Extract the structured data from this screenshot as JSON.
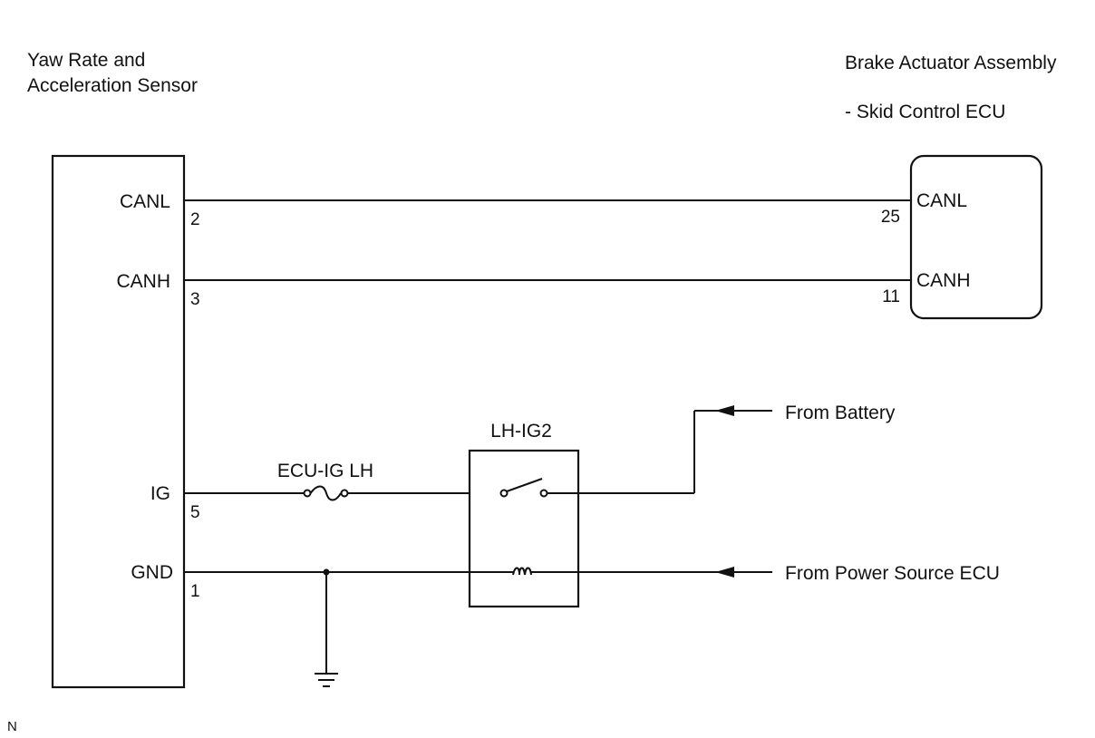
{
  "components": {
    "sensor": {
      "title_line1": "Yaw Rate and",
      "title_line2": "Acceleration Sensor"
    },
    "actuator": {
      "title": "Brake Actuator Assembly",
      "subtitle": "- Skid Control ECU"
    },
    "relay": {
      "label": "LH-IG2"
    },
    "fuse": {
      "label": "ECU-IG LH"
    }
  },
  "sensor_pins": [
    {
      "name": "CANL",
      "number": "2"
    },
    {
      "name": "CANH",
      "number": "3"
    },
    {
      "name": "IG",
      "number": "5"
    },
    {
      "name": "GND",
      "number": "1"
    }
  ],
  "actuator_pins": [
    {
      "name": "CANL",
      "number": "25"
    },
    {
      "name": "CANH",
      "number": "11"
    }
  ],
  "sources": {
    "battery": "From Battery",
    "power_source_ecu": "From Power Source ECU"
  },
  "footer_code": "N"
}
